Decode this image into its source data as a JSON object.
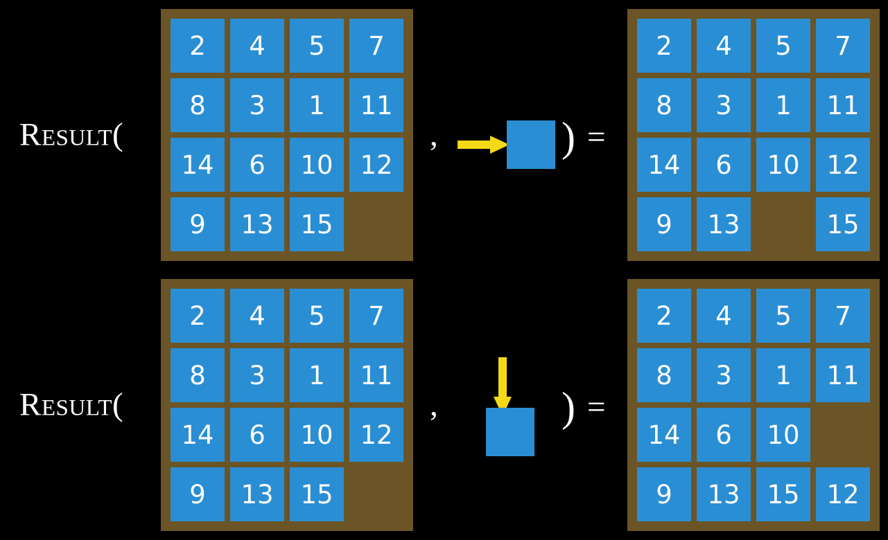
{
  "figure": {
    "title": "RESULT function applied to 15-puzzle states",
    "colors": {
      "background": "#000000",
      "board": "#6b5526",
      "tile": "#2a8ed4",
      "tile_text": "#ffffff",
      "arrow": "#f5d916",
      "text": "#ffffff"
    }
  },
  "rows": [
    {
      "label": "Result(",
      "comma": ",",
      "rparen": ")",
      "equals": "=",
      "action": {
        "name": "move-blank-right",
        "arrow_icon": "arrow-right-icon",
        "direction": "right"
      },
      "input_board": {
        "name": "input-state-row-1",
        "grid": [
          [
            "2",
            "4",
            "5",
            "7"
          ],
          [
            "8",
            "3",
            "1",
            "11"
          ],
          [
            "14",
            "6",
            "10",
            "12"
          ],
          [
            "9",
            "13",
            "15",
            ""
          ]
        ]
      },
      "output_board": {
        "name": "output-state-row-1",
        "grid": [
          [
            "2",
            "4",
            "5",
            "7"
          ],
          [
            "8",
            "3",
            "1",
            "11"
          ],
          [
            "14",
            "6",
            "10",
            "12"
          ],
          [
            "9",
            "13",
            "",
            "15"
          ]
        ]
      }
    },
    {
      "label": "Result(",
      "comma": ",",
      "rparen": ")",
      "equals": "=",
      "action": {
        "name": "move-blank-down",
        "arrow_icon": "arrow-down-icon",
        "direction": "down"
      },
      "input_board": {
        "name": "input-state-row-2",
        "grid": [
          [
            "2",
            "4",
            "5",
            "7"
          ],
          [
            "8",
            "3",
            "1",
            "11"
          ],
          [
            "14",
            "6",
            "10",
            "12"
          ],
          [
            "9",
            "13",
            "15",
            ""
          ]
        ]
      },
      "output_board": {
        "name": "output-state-row-2",
        "grid": [
          [
            "2",
            "4",
            "5",
            "7"
          ],
          [
            "8",
            "3",
            "1",
            "11"
          ],
          [
            "14",
            "6",
            "10",
            ""
          ],
          [
            "9",
            "13",
            "15",
            "12"
          ]
        ]
      }
    }
  ]
}
